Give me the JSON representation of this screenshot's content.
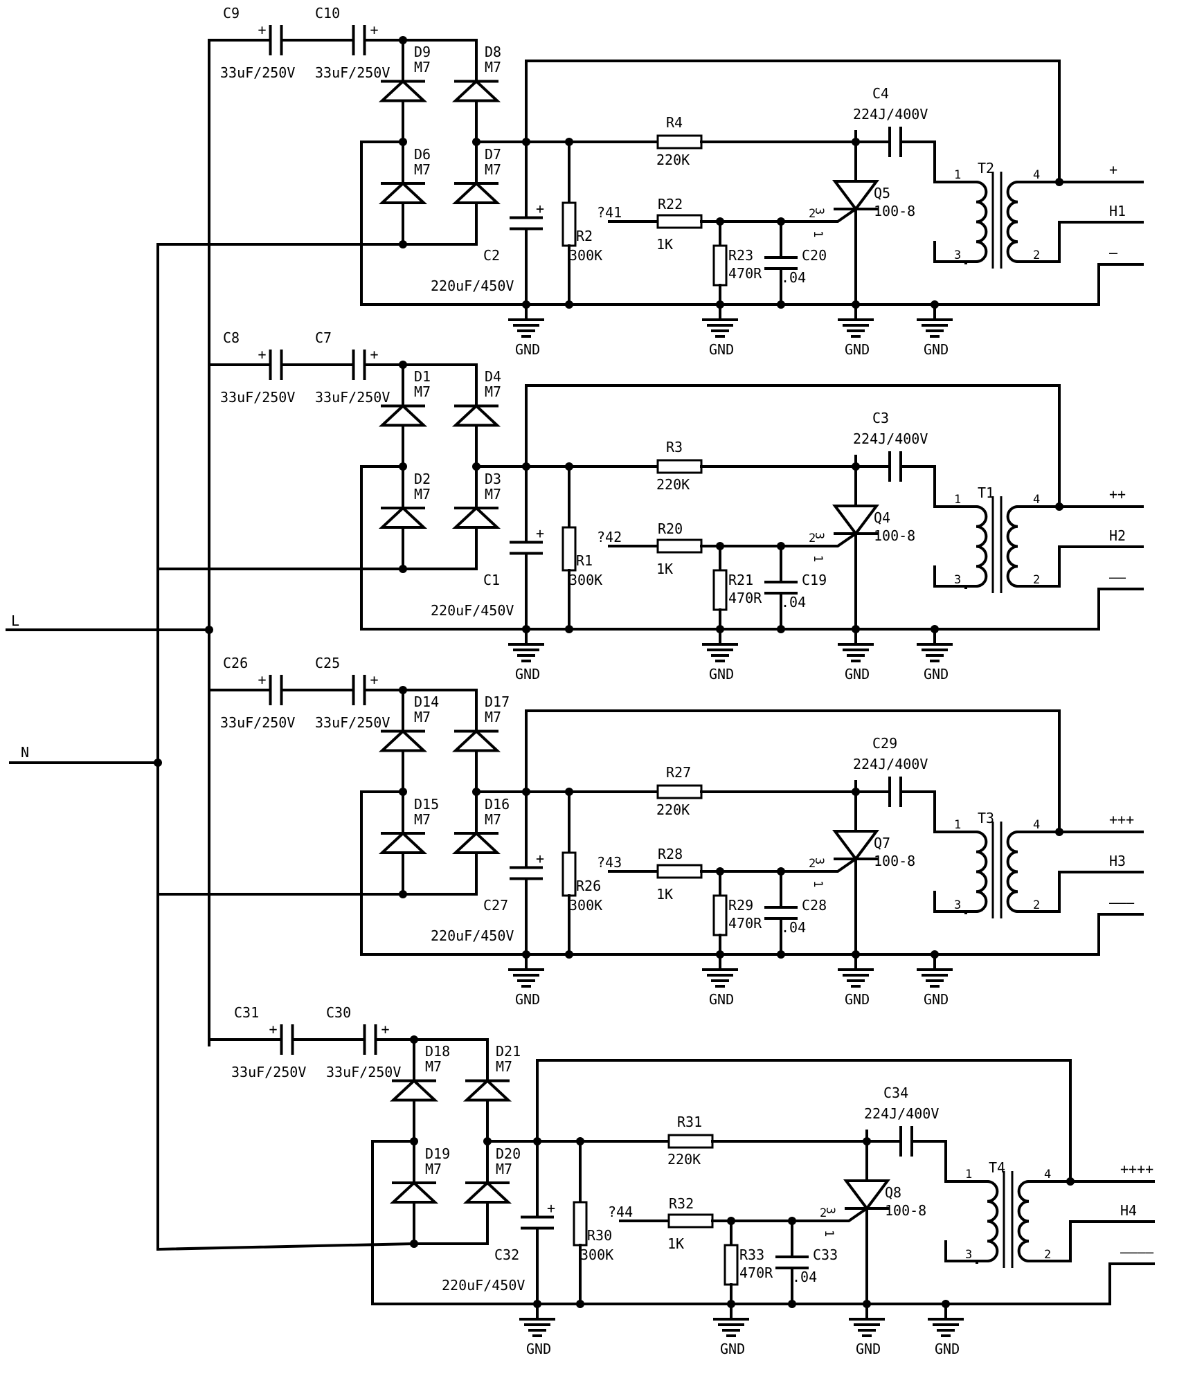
{
  "inputs": {
    "L": "L",
    "N": "N"
  },
  "gnd": "GND",
  "cap_plus": "+",
  "stages": [
    {
      "cin1": {
        "ref": "C9",
        "val": "33uF/250V"
      },
      "cin2": {
        "ref": "C10",
        "val": "33uF/250V"
      },
      "d_tl": {
        "ref": "D9",
        "val": "M7"
      },
      "d_tr": {
        "ref": "D8",
        "val": "M7"
      },
      "d_bl": {
        "ref": "D6",
        "val": "M7"
      },
      "d_br": {
        "ref": "D7",
        "val": "M7"
      },
      "cbulk": {
        "ref": "C2",
        "val": "220uF/450V"
      },
      "rbleed": {
        "ref": "R2",
        "val": "300K"
      },
      "rfeed": {
        "ref": "R4",
        "val": "220K"
      },
      "cres": {
        "ref": "C4",
        "val": "224J/400V"
      },
      "net": "?41",
      "rg": {
        "ref": "R22",
        "val": "1K"
      },
      "rgk": {
        "ref": "R23",
        "val": "470R"
      },
      "cgk": {
        "ref": "C20",
        "val": ".04"
      },
      "scr": {
        "ref": "Q5",
        "val": "100-8"
      },
      "xfmr": {
        "ref": "T2"
      },
      "out_pos": "+",
      "out_h": "H1",
      "out_neg": "–"
    },
    {
      "cin1": {
        "ref": "C8",
        "val": "33uF/250V"
      },
      "cin2": {
        "ref": "C7",
        "val": "33uF/250V"
      },
      "d_tl": {
        "ref": "D1",
        "val": "M7"
      },
      "d_tr": {
        "ref": "D4",
        "val": "M7"
      },
      "d_bl": {
        "ref": "D2",
        "val": "M7"
      },
      "d_br": {
        "ref": "D3",
        "val": "M7"
      },
      "cbulk": {
        "ref": "C1",
        "val": "220uF/450V"
      },
      "rbleed": {
        "ref": "R1",
        "val": "300K"
      },
      "rfeed": {
        "ref": "R3",
        "val": "220K"
      },
      "cres": {
        "ref": "C3",
        "val": "224J/400V"
      },
      "net": "?42",
      "rg": {
        "ref": "R20",
        "val": "1K"
      },
      "rgk": {
        "ref": "R21",
        "val": "470R"
      },
      "cgk": {
        "ref": "C19",
        "val": ".04"
      },
      "scr": {
        "ref": "Q4",
        "val": "100-8"
      },
      "xfmr": {
        "ref": "T1"
      },
      "out_pos": "++",
      "out_h": "H2",
      "out_neg": "––"
    },
    {
      "cin1": {
        "ref": "C26",
        "val": "33uF/250V"
      },
      "cin2": {
        "ref": "C25",
        "val": "33uF/250V"
      },
      "d_tl": {
        "ref": "D14",
        "val": "M7"
      },
      "d_tr": {
        "ref": "D17",
        "val": "M7"
      },
      "d_bl": {
        "ref": "D15",
        "val": "M7"
      },
      "d_br": {
        "ref": "D16",
        "val": "M7"
      },
      "cbulk": {
        "ref": "C27",
        "val": "220uF/450V"
      },
      "rbleed": {
        "ref": "R26",
        "val": "300K"
      },
      "rfeed": {
        "ref": "R27",
        "val": "220K"
      },
      "cres": {
        "ref": "C29",
        "val": "224J/400V"
      },
      "net": "?43",
      "rg": {
        "ref": "R28",
        "val": "1K"
      },
      "rgk": {
        "ref": "R29",
        "val": "470R"
      },
      "cgk": {
        "ref": "C28",
        "val": ".04"
      },
      "scr": {
        "ref": "Q7",
        "val": "100-8"
      },
      "xfmr": {
        "ref": "T3"
      },
      "out_pos": "+++",
      "out_h": "H3",
      "out_neg": "–––"
    },
    {
      "cin1": {
        "ref": "C31",
        "val": "33uF/250V"
      },
      "cin2": {
        "ref": "C30",
        "val": "33uF/250V"
      },
      "d_tl": {
        "ref": "D18",
        "val": "M7"
      },
      "d_tr": {
        "ref": "D21",
        "val": "M7"
      },
      "d_bl": {
        "ref": "D19",
        "val": "M7"
      },
      "d_br": {
        "ref": "D20",
        "val": "M7"
      },
      "cbulk": {
        "ref": "C32",
        "val": "220uF/450V"
      },
      "rbleed": {
        "ref": "R30",
        "val": "300K"
      },
      "rfeed": {
        "ref": "R31",
        "val": "220K"
      },
      "cres": {
        "ref": "C34",
        "val": "224J/400V"
      },
      "net": "?44",
      "rg": {
        "ref": "R32",
        "val": "1K"
      },
      "rgk": {
        "ref": "R33",
        "val": "470R"
      },
      "cgk": {
        "ref": "C33",
        "val": ".04"
      },
      "scr": {
        "ref": "Q8",
        "val": "100-8"
      },
      "xfmr": {
        "ref": "T4"
      },
      "out_pos": "++++",
      "out_h": "H4",
      "out_neg": "––––"
    }
  ]
}
